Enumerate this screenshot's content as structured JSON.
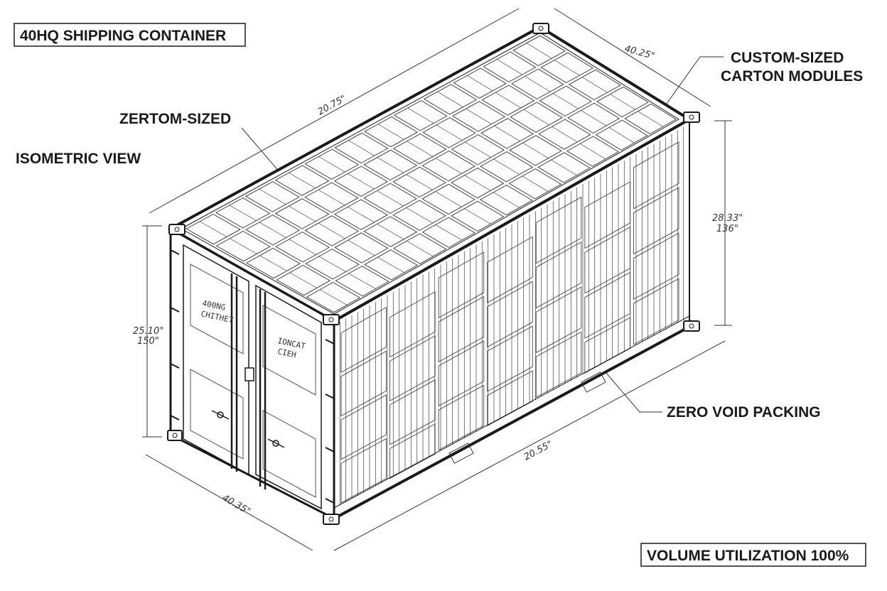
{
  "diagram": {
    "title": "40HQ SHIPPING CONTAINER",
    "view_label": "ISOMETRIC VIEW",
    "callout_left": "ZERTOM-SIZED",
    "callout_right_line1": "CUSTOM-SIZED",
    "callout_right_line2": "CARTON MODULES",
    "callout_packing": "ZERO VOID PACKING",
    "utilization": "VOLUME UTILIZATION 100%",
    "dimensions": {
      "top_length": "20.75\"",
      "top_width": "40.25\"",
      "right_height_1": "28.33\"",
      "right_height_2": "136\"",
      "left_height_1": "25.10\"",
      "left_height_2": "150\"",
      "bottom_length": "20.55\"",
      "bottom_width": "40.35\""
    },
    "door_stencil_left_1": "400NG",
    "door_stencil_left_2": "CHITHET",
    "door_stencil_right_1": "IONCAT",
    "door_stencil_right_2": "CIEH",
    "colors": {
      "ink": "#1a1a1a",
      "background": "#ffffff"
    }
  }
}
